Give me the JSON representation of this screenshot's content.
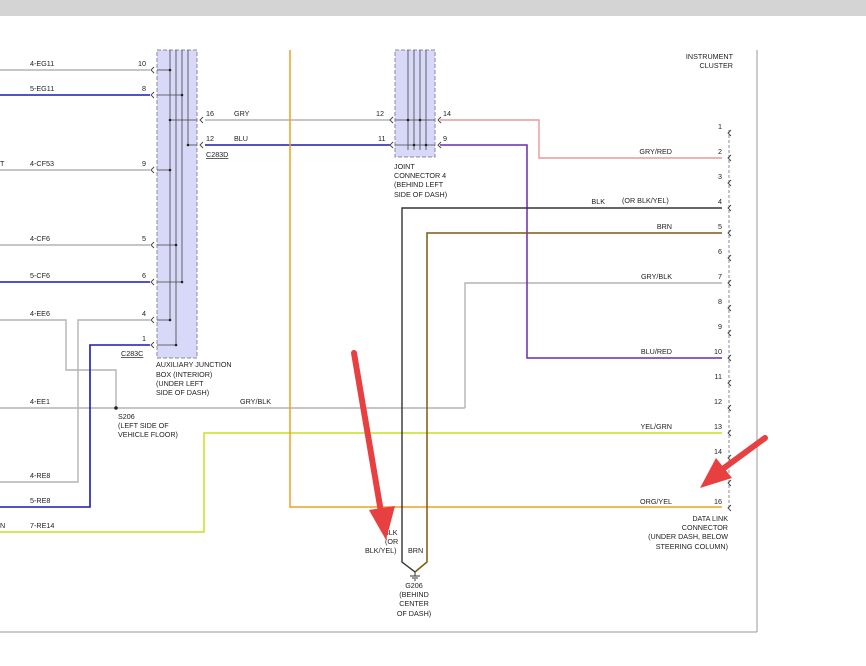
{
  "colors": {
    "gray": "#b4b4b4",
    "blue": "#1a1ab4",
    "orange": "#f0a020",
    "pink": "#e89898",
    "purple": "#6a2ab4",
    "brown": "#7a5a10",
    "black": "#333333",
    "yellow": "#c8e020",
    "connector_fill": "#d8d8f8",
    "connector_border": "#8a8aa0",
    "arrow": "#e84040"
  },
  "left_wires": [
    {
      "label": "4-EG11",
      "pin": "10"
    },
    {
      "label": "5-EG11",
      "pin": "8"
    },
    {
      "label": "4-CF53",
      "pin": "9",
      "prefix": "T"
    },
    {
      "label": "4-CF6",
      "pin": "5"
    },
    {
      "label": "5-CF6",
      "pin": "6"
    },
    {
      "label": "4-EE6",
      "pin": "4"
    },
    {
      "label": "",
      "pin": "1"
    },
    {
      "label": "4-EE1",
      "pin": ""
    },
    {
      "label": "4-RE8",
      "pin": ""
    },
    {
      "label": "5-RE8",
      "pin": ""
    },
    {
      "label": "7-RE14",
      "pin": "",
      "prefix": "N"
    }
  ],
  "aux_box": {
    "pin_gry": "16",
    "pin_blu": "12",
    "wire_gry": "GRY",
    "wire_blu": "BLU",
    "connector_top": "C283D",
    "connector_bottom": "C283C",
    "label": [
      "AUXILIARY JUNCTION",
      "BOX (INTERIOR)",
      "(UNDER LEFT",
      "SIDE OF DASH)"
    ]
  },
  "joint": {
    "pin_in_gry": "12",
    "pin_in_blu": "11",
    "pin_out_pink": "14",
    "pin_out_purple": "9",
    "label": [
      "JOINT",
      "CONNECTOR 4",
      "(BEHIND LEFT",
      "SIDE OF DASH)"
    ]
  },
  "instrument_cluster": [
    "INSTRUMENT",
    "CLUSTER"
  ],
  "splice": {
    "wire": "GRY/BLK",
    "label": [
      "S206",
      "(LEFT SIDE OF",
      "VEHICLE FLOOR)"
    ]
  },
  "dlc_pins": [
    {
      "pin": "1",
      "wire": ""
    },
    {
      "pin": "2",
      "wire": "GRY/RED"
    },
    {
      "pin": "3",
      "wire": ""
    },
    {
      "pin": "4",
      "wire": "BLK",
      "extra": "(OR BLK/YEL)"
    },
    {
      "pin": "5",
      "wire": "BRN"
    },
    {
      "pin": "6",
      "wire": ""
    },
    {
      "pin": "7",
      "wire": "GRY/BLK"
    },
    {
      "pin": "8",
      "wire": ""
    },
    {
      "pin": "9",
      "wire": ""
    },
    {
      "pin": "10",
      "wire": "BLU/RED"
    },
    {
      "pin": "11",
      "wire": ""
    },
    {
      "pin": "12",
      "wire": ""
    },
    {
      "pin": "13",
      "wire": "YEL/GRN"
    },
    {
      "pin": "14",
      "wire": ""
    },
    {
      "pin": "15",
      "wire": ""
    },
    {
      "pin": "16",
      "wire": "ORG/YEL"
    }
  ],
  "dlc_label": [
    "DATA LINK",
    "CONNECTOR",
    "(UNDER DASH, BELOW",
    "STEERING COLUMN)"
  ],
  "ground": {
    "wire_black": [
      "BLK",
      "(OR",
      "BLK/YEL)"
    ],
    "wire_brown": "BRN",
    "label": [
      "G206",
      "(BEHIND",
      "CENTER",
      "OF DASH)"
    ]
  }
}
